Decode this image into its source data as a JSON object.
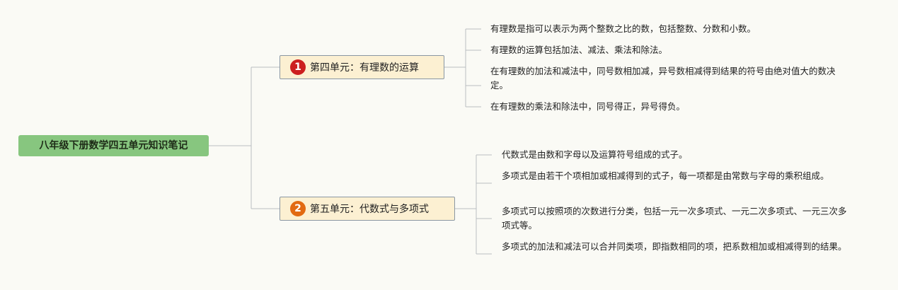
{
  "root": {
    "label": "八年级下册数学四五单元知识笔记"
  },
  "branches": [
    {
      "number": "1",
      "badge_color": "#cc1f1f",
      "label": "第四单元：有理数的运算",
      "leaves": [
        "有理数是指可以表示为两个整数之比的数，包括整数、分数和小数。",
        "有理数的运算包括加法、减法、乘法和除法。",
        "在有理数的加法和减法中，同号数相加减，异号数相减得到结果的符号由绝对值大的数决定。",
        "在有理数的乘法和除法中，同号得正，异号得负。"
      ]
    },
    {
      "number": "2",
      "badge_color": "#e26a12",
      "label": "第五单元：代数式与多项式",
      "leaves": [
        "代数式是由数和字母以及运算符号组成的式子。",
        "多项式是由若干个项相加或相减得到的式子，每一项都是由常数与字母的乘积组成。",
        "多项式可以按照项的次数进行分类，包括一元一次多项式、一元二次多项式、一元三次多项式等。",
        "多项式的加法和减法可以合并同类项，即指数相同的项，把系数相加或相减得到的结果。"
      ]
    }
  ]
}
